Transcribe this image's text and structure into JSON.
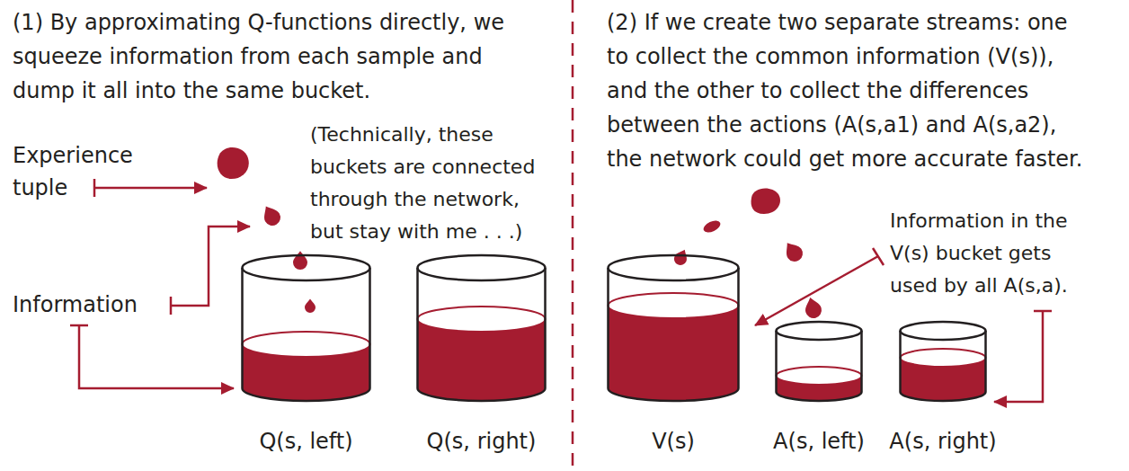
{
  "diagram": {
    "nodes": [
      {
        "text": [
          "Q(s, left)"
        ]
      },
      {
        "text": [
          "Q(s, right)"
        ]
      },
      {
        "text": [
          "V(s)"
        ]
      },
      {
        "text": [
          "A(s, left)"
        ]
      },
      {
        "text": [
          "A(s, right)"
        ]
      }
    ],
    "labels": [
      "(1) By approximating Q-functions directly, we squeeze information from each sample and dump it all into the same bucket.",
      "(Technically, these buckets are connected through the network, but stay with me . . .)",
      "Experience tuple",
      "Information",
      "(2) If we create two separate streams: one to collect the common information (V(s)), and the other to collect the differences between the actions (A(s,a1) and A(s,a2), the network could get more accurate faster.",
      "Information in the V(s) bucket gets used by all A(s,a)."
    ]
  }
}
